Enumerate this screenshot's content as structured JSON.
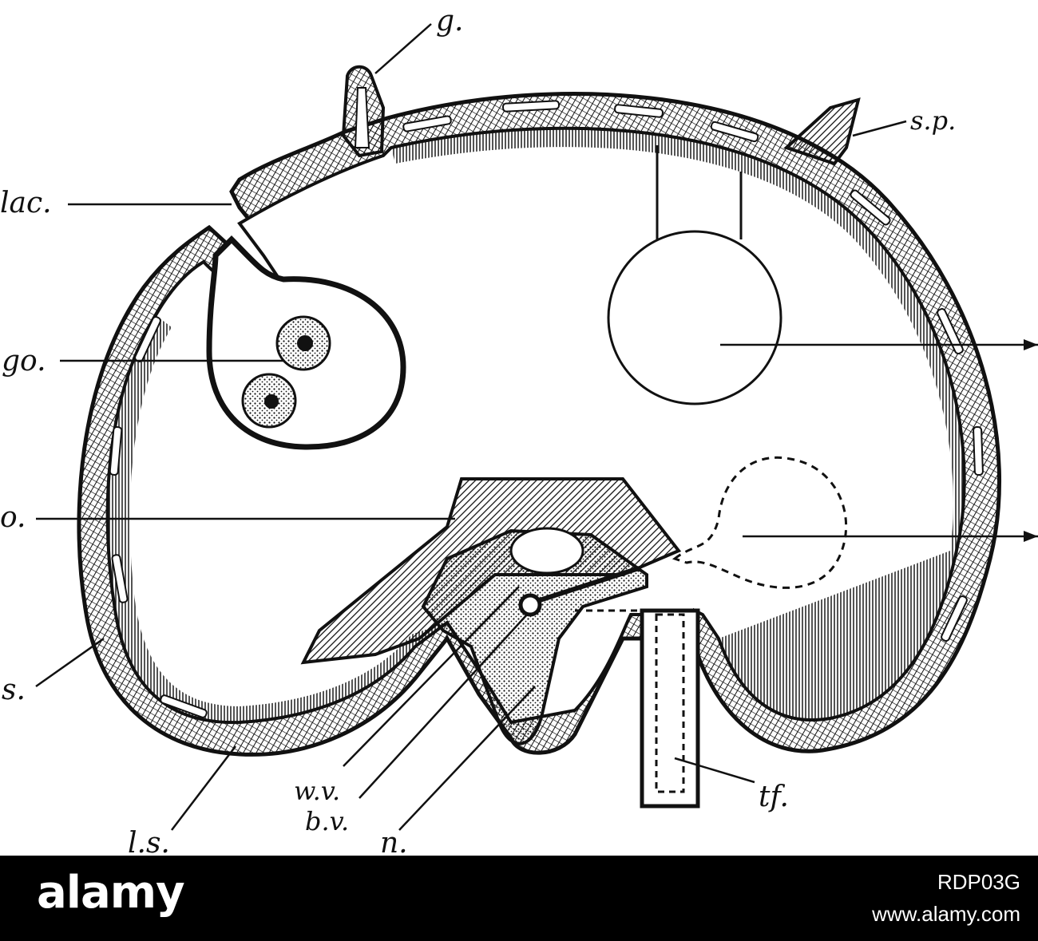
{
  "labels": {
    "g": "g.",
    "sp": "s.p.",
    "lac": "lac.",
    "go": "go.",
    "o": "o.",
    "s": "s.",
    "ls": "l.s.",
    "wv": "w.v.",
    "bv": "b.v.",
    "n": "n.",
    "tf": "tf."
  },
  "footer": {
    "logo": "alamy",
    "image_id": "RDP03G",
    "url": "www.alamy.com"
  },
  "colors": {
    "ink": "#111111",
    "background": "#ffffff",
    "footer_bg": "#000000"
  }
}
